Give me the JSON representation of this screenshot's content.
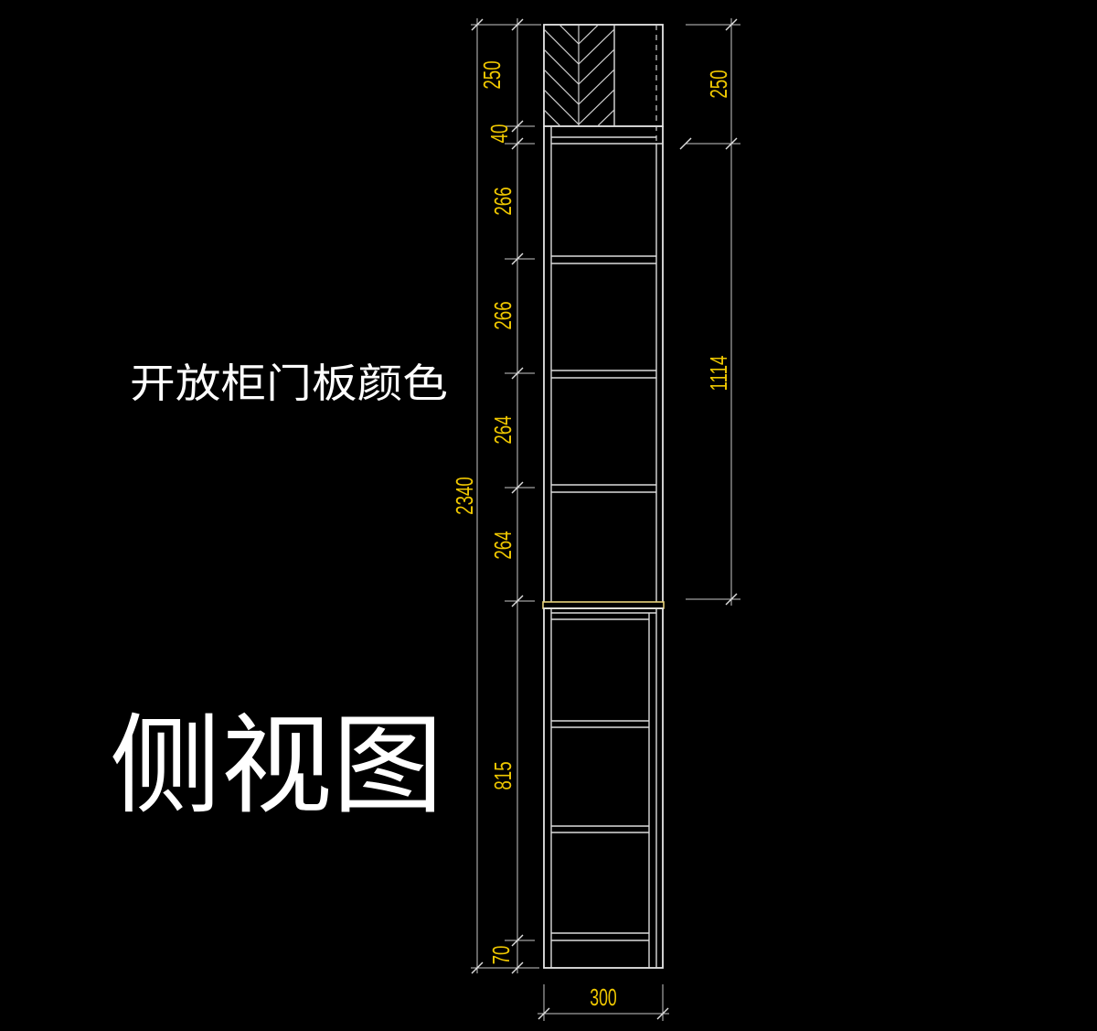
{
  "labels": {
    "note": "开放柜门板颜色",
    "title": "侧视图"
  },
  "dimensions": {
    "left_segments": [
      "250",
      "40",
      "266",
      "266",
      "264",
      "264",
      "815",
      "70"
    ],
    "overall_height": "2340",
    "right_top": "250",
    "right_upper": "1114",
    "width": "300"
  },
  "colors": {
    "background": "#000000",
    "line": "#DCDCDC",
    "dimension_text": "#F0C800",
    "highlight": "#E8D37A"
  }
}
